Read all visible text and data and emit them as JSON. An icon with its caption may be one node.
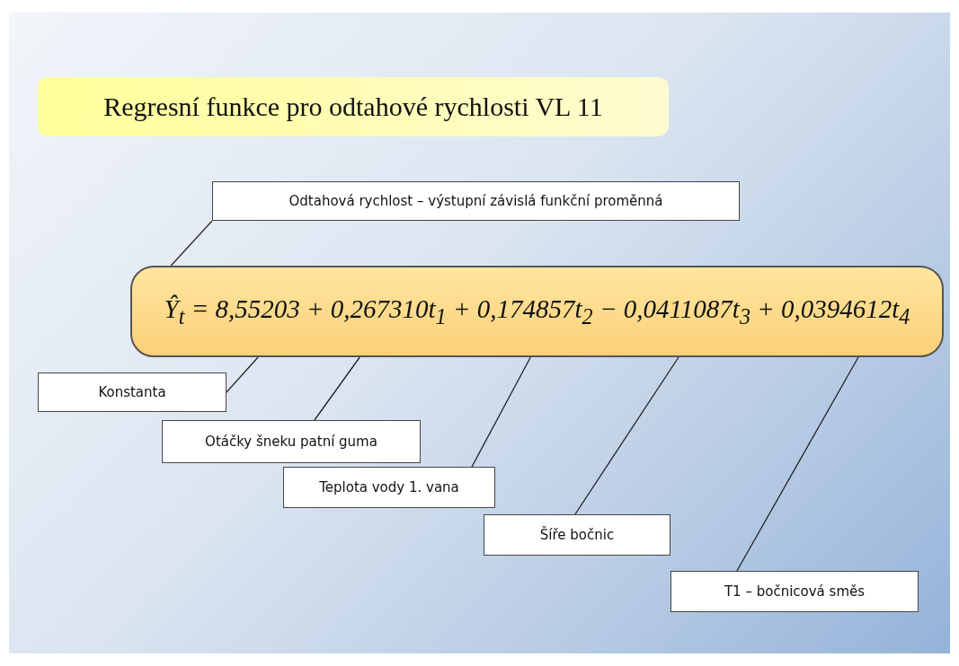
{
  "diagram": {
    "title": "Regresní funkce pro odtahové rychlosti VL 11",
    "nodes": [
      {
        "text": [
          "Odtahová rychlost – výstupní závislá funkční proměnná"
        ]
      },
      {
        "text": [
          "Ŷ$_{t}$ = 8,55203 + 0,267310t$_{1}$ + 0,174857t$_{2}$ − 0,0411087t$_{3}$ + 0,0394612t$_{4}$"
        ]
      },
      {
        "text": [
          "Konstanta"
        ]
      },
      {
        "text": [
          "Otáčky šneku patní guma"
        ]
      },
      {
        "text": [
          "Teplota vody 1. vana"
        ]
      },
      {
        "text": [
          "Šíře bočnic"
        ]
      },
      {
        "text": [
          "T1 – bočnicová směs"
        ]
      }
    ],
    "edges": [
      {
        "from": 0,
        "to": 1,
        "arrow": "none"
      },
      {
        "from": 2,
        "to": 1,
        "arrow": "none"
      },
      {
        "from": 3,
        "to": 1,
        "arrow": "none"
      },
      {
        "from": 4,
        "to": 1,
        "arrow": "none"
      },
      {
        "from": 5,
        "to": 1,
        "arrow": "none"
      },
      {
        "from": 6,
        "to": 1,
        "arrow": "none"
      }
    ]
  }
}
